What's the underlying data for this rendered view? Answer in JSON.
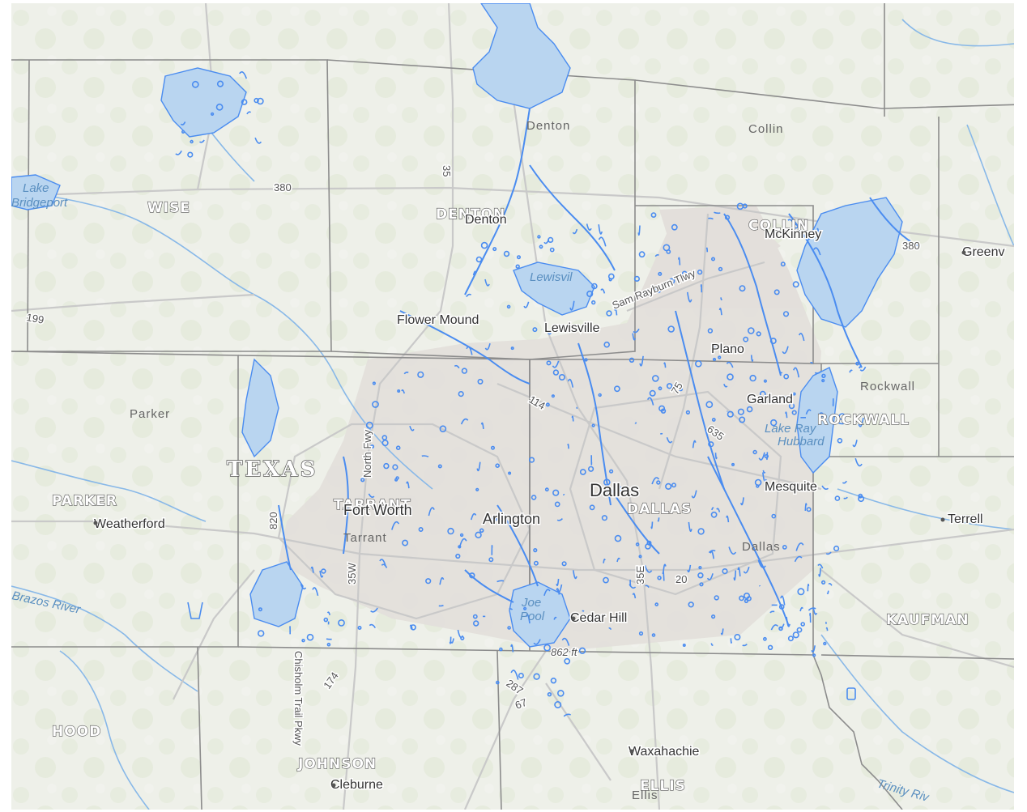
{
  "map": {
    "counties": {
      "wise": "WISE",
      "denton": "DENTON",
      "collin": "COLLIN",
      "parker": "PARKER",
      "tarrant": "TARRANT",
      "dallas": "DALLAS",
      "rockwall": "ROCKWALL",
      "kaufman": "KAUFMAN",
      "hood": "HOOD",
      "johnson": "JOHNSON",
      "ellis": "ELLIS"
    },
    "small_counties": {
      "denton": "Denton",
      "collin": "Collin",
      "parker": "Parker",
      "tarrant": "Tarrant",
      "dallas": "Dallas",
      "rockwall": "Rockwall",
      "ellis": "Ellis"
    },
    "state": "TEXAS",
    "cities": {
      "dallas": "Dallas",
      "fort_worth": "Fort Worth",
      "arlington": "Arlington",
      "mesquite": "Mesquite",
      "garland": "Garland",
      "plano": "Plano",
      "lewisville": "Lewisville",
      "flower_mound": "Flower Mound",
      "mckinney": "McKinney",
      "cedar_hill": "Cedar Hill",
      "waxahachie": "Waxahachie",
      "cleburne": "Cleburne",
      "weatherford": "Weatherford",
      "terrell": "Terrell",
      "greenville": "Greenv",
      "denton_city": "Denton"
    },
    "water": {
      "lake_bridgeport_1": "Lake",
      "lake_bridgeport_2": "Bridgeport",
      "lewisville_lake": "Lewisvil",
      "lake_ray_hubbard_1": "Lake Ray",
      "lake_ray_hubbard_2": "Hubbard",
      "joe_pool_1": "Joe",
      "joe_pool_2": "Pool",
      "brazos_river": "Brazos River",
      "trinity_river": "Trinity Riv"
    },
    "roads": {
      "us380_west": "380",
      "us380_east": "380",
      "i35": "35",
      "i35w": "35W",
      "i35e": "35E",
      "i20": "20",
      "us287": "287",
      "us67": "67",
      "sh114": "114",
      "us75": "75",
      "i635": "635",
      "sh199": "199",
      "sh174": "174",
      "i820": "820",
      "north_fwy": "North Fwy",
      "chisholm": "Chisholm Trail Pkwy",
      "sam_rayburn": "Sam Rayburn Tlwy",
      "elevation": "862 ft"
    },
    "colors": {
      "land": "#eef0ea",
      "urban": "#e4e0dc",
      "water_fill": "#b9d5f0",
      "flood_blue": "#4a8cf0",
      "county_line": "#8a8a8a",
      "road": "#c8c8c8"
    }
  }
}
